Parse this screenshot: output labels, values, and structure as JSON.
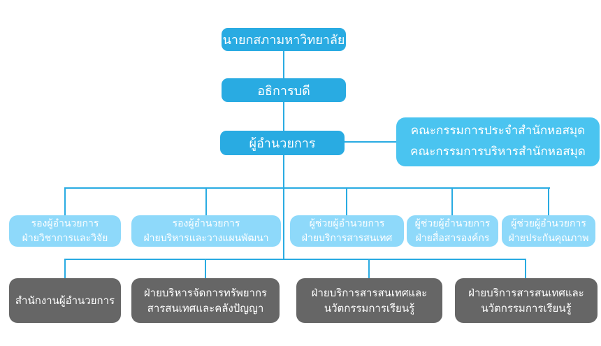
{
  "colors": {
    "primary_blue": "#29abe2",
    "committee_blue": "#4ac4f0",
    "light_blue": "#8ed9fa",
    "dark_gray": "#666666",
    "connector_blue": "#29abe2",
    "text": "#ffffff",
    "background": "#ffffff"
  },
  "org_chart": {
    "type": "organization-chart",
    "council": {
      "label": "นายกสภามหาวิทยาลัย"
    },
    "rector": {
      "label": "อธิการบดี"
    },
    "director": {
      "label": "ผู้อำนวยการ"
    },
    "committee": {
      "line1": "คณะกรรมการประจำสำนักหอสมุด",
      "line2": "คณะกรรมการบริหารสำนักหอสมุด"
    },
    "deputies": [
      {
        "line1": "รองผู้อำนวยการ",
        "line2": "ฝ่ายวิชาการและวิจัย"
      },
      {
        "line1": "รองผู้อำนวยการ",
        "line2": "ฝ่ายบริหารและวางแผนพัฒนา"
      },
      {
        "line1": "ผู้ช่วยผู้อำนวยการ",
        "line2": "ฝ่ายบริการสารสนเทศ"
      },
      {
        "line1": "ผู้ช่วยผู้อำนวยการ",
        "line2": "ฝ่ายสื่อสารองค์กร"
      },
      {
        "line1": "ผู้ช่วยผู้อำนวยการ",
        "line2": "ฝ่ายประกันคุณภาพ"
      }
    ],
    "departments": [
      {
        "line1": "สำนักงานผู้อำนวยการ",
        "line2": ""
      },
      {
        "line1": "ฝ่ายบริหารจัดการทรัพยากร",
        "line2": "สารสนเทศและคลังปัญญา"
      },
      {
        "line1": "ฝ่ายบริการสารสนเทศและ",
        "line2": "นวัตกรรมการเรียนรู้"
      },
      {
        "line1": "ฝ่ายบริการสารสนเทศและ",
        "line2": "นวัตกรรมการเรียนรู้"
      }
    ]
  }
}
